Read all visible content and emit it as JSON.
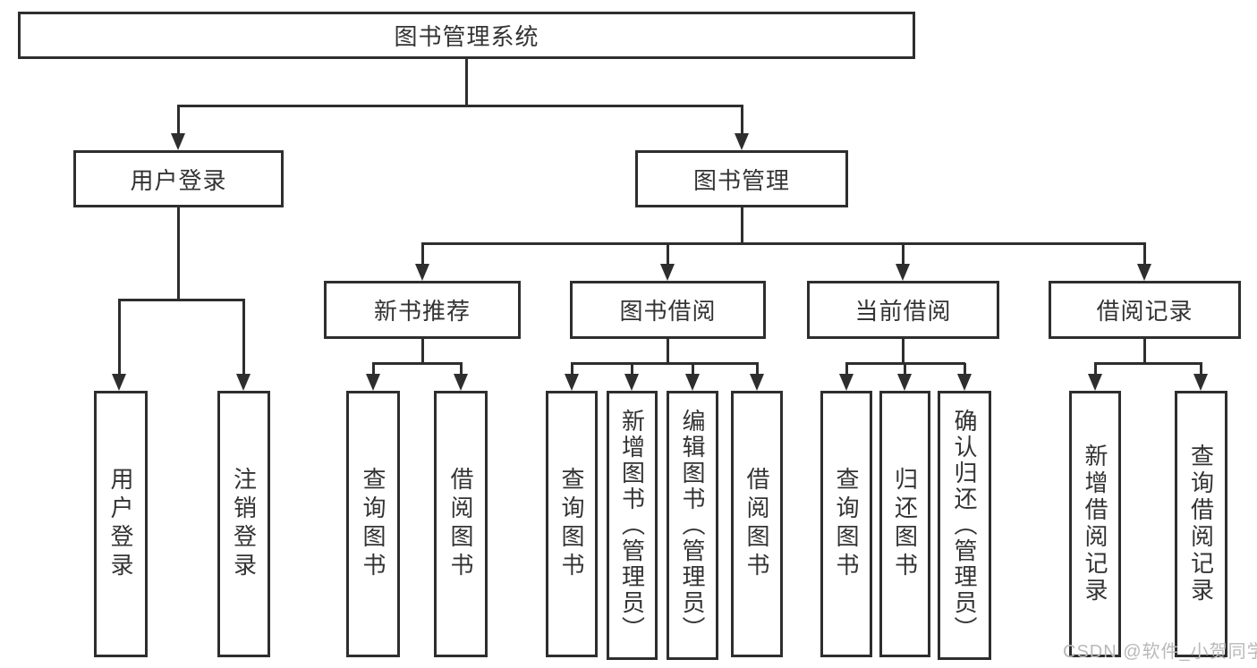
{
  "colors": {
    "line": "#2e2e2e",
    "text": "#333333",
    "box_bg": "#ffffff",
    "watermark_gray": "#b9b9b9",
    "background": "#ffffff"
  },
  "tree": {
    "root": {
      "label": "图书管理系统"
    },
    "branches": [
      {
        "label": "用户登录",
        "children": [
          {
            "label": "用户登录"
          },
          {
            "label": "注销登录"
          }
        ]
      },
      {
        "label": "图书管理",
        "groups": [
          {
            "label": "新书推荐",
            "children": [
              {
                "label": "查询图书"
              },
              {
                "label": "借阅图书"
              }
            ]
          },
          {
            "label": "图书借阅",
            "children": [
              {
                "label": "查询图书"
              },
              {
                "label": "新增图书（管理员）"
              },
              {
                "label": "编辑图书（管理员）"
              },
              {
                "label": "借阅图书"
              }
            ]
          },
          {
            "label": "当前借阅",
            "children": [
              {
                "label": "查询图书"
              },
              {
                "label": "归还图书"
              },
              {
                "label": "确认归还（管理员）"
              }
            ]
          },
          {
            "label": "借阅记录",
            "children": [
              {
                "label": "新增借阅记录"
              },
              {
                "label": "查询借阅记录"
              }
            ]
          }
        ]
      }
    ]
  },
  "watermark": {
    "text": "CSDN @软件_小贺同学"
  }
}
